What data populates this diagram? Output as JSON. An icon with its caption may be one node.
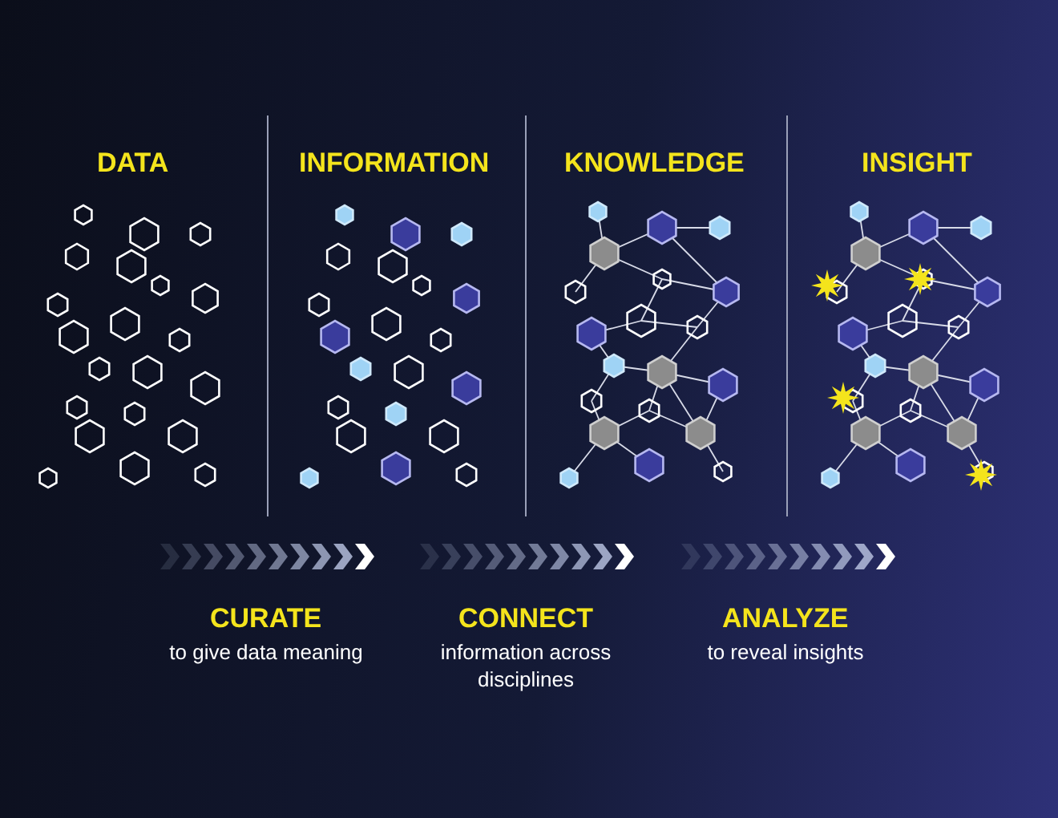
{
  "diagram": {
    "labels": [
      "DATA",
      "INFORMATION",
      "KNOWLEDGE",
      "INSIGHT",
      "CURATE",
      "to give data meaning",
      "CONNECT",
      "information across disciplines",
      "ANALYZE",
      "to reveal insights"
    ]
  }
}
